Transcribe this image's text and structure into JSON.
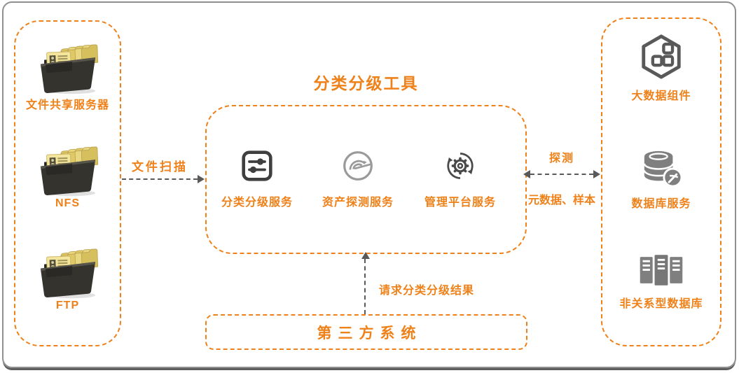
{
  "colors": {
    "accent_orange": "#EE8119",
    "arrow_gray": "#595959"
  },
  "title": "分类分级工具",
  "sources_panel": {
    "items": [
      {
        "label": "文件共享服务器",
        "icon": "card-file-box-icon"
      },
      {
        "label": "NFS",
        "icon": "card-file-box-icon"
      },
      {
        "label": "FTP",
        "icon": "card-file-box-icon"
      }
    ]
  },
  "tool_panel": {
    "services": [
      {
        "label": "分类分级服务",
        "icon": "sliders-icon"
      },
      {
        "label": "资产探测服务",
        "icon": "gauge-icon"
      },
      {
        "label": "管理平台服务",
        "icon": "gear-sync-icon"
      }
    ]
  },
  "targets_panel": {
    "items": [
      {
        "label": "大数据组件",
        "icon": "hexagon-modules-icon"
      },
      {
        "label": "数据库服务",
        "icon": "database-mining-icon"
      },
      {
        "label": "非关系型数据库",
        "icon": "server-rack-icon"
      }
    ]
  },
  "third_party_panel": {
    "label": "第三方系统"
  },
  "arrows": {
    "file_scan_label": "文件扫描",
    "probe_label": "探测",
    "metadata_label": "元数据、样本",
    "request_label": "请求分类分级结果"
  }
}
